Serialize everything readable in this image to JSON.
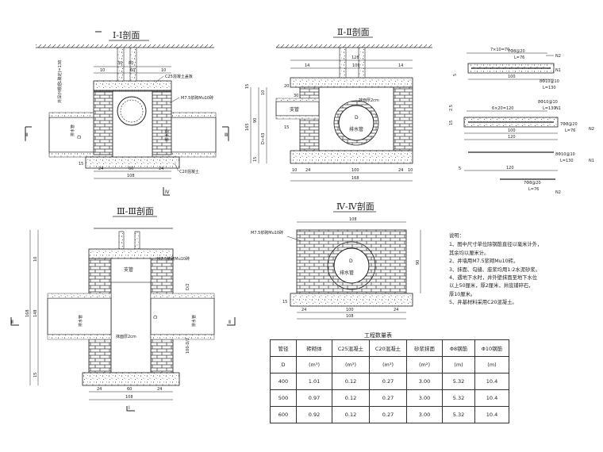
{
  "titles": {
    "s1": "Ⅰ-Ⅰ剖面",
    "s2": "Ⅱ-Ⅱ剖面",
    "s3": "Ⅲ-Ⅲ剖面",
    "s4": "Ⅳ-Ⅳ剖面"
  },
  "labels": {
    "c25_slab": "C25混凝土盖板",
    "m75_brick": "M7.5浆砌Mu10砖",
    "c20_base": "C20混凝土",
    "drain_pipe": "排水管",
    "branch_pipe": "支管",
    "plaster": "抹面厚2cm",
    "well_depth": "井深(H根据L确定)=138",
    "pipe_d": "D",
    "marker_1": "Ⅰ",
    "marker_2": "Ⅱ",
    "marker_3": "Ⅲ",
    "marker_4": "Ⅳ"
  },
  "dims": {
    "s1_top": [
      "30",
      "80",
      "10",
      "60",
      "10",
      "60",
      "20",
      "20"
    ],
    "s1_bottom": [
      "24",
      "60",
      "24",
      "108"
    ],
    "s1_side": [
      "15"
    ],
    "s2_top": [
      "128",
      "14",
      "100",
      "14"
    ],
    "s2_left": [
      "15",
      "10",
      "90",
      "165",
      "D+43",
      "15"
    ],
    "s2_bottom": [
      "10",
      "24",
      "100",
      "24",
      "10",
      "168"
    ],
    "s2_mid": [
      "20",
      "30",
      "15"
    ],
    "s3_left": [
      "10",
      "168",
      "148",
      "15"
    ],
    "s3_right": [
      "D/2",
      "100-D/2",
      "D"
    ],
    "s3_bottom": [
      "24",
      "60",
      "24",
      "108"
    ],
    "s4_top": [
      "108"
    ],
    "s4_right": [
      "90"
    ],
    "s4_bottom": [
      "24",
      "100",
      "24",
      "108"
    ],
    "s4_left": [
      "15"
    ]
  },
  "rebar": {
    "n2_top": "7Φ8@20",
    "n2_len": "L=76",
    "n2_tag": "N2",
    "spacing_top": "7×10=70",
    "n1_tag": "N1",
    "n1_a": "8Φ10@10",
    "n1_a_len": "L=130",
    "spacing_mid": "6×20=120",
    "n1_b": "8Φ10@10",
    "n1_b_len": "L=130",
    "n2_mid": "7Φ8@20",
    "n2_mid_len": "L=76",
    "dim_100": "100",
    "dim_120": "120",
    "dim_5": "5",
    "dim_25": "2.5",
    "dim_15": "15",
    "n1_c": "8Φ10@10",
    "n1_c_len": "L=130",
    "n2_bottom": "7Φ8@20",
    "n2_bottom_len": "L=76"
  },
  "notes": {
    "heading": "说明：",
    "items": [
      "1、图中尺寸单位除钢筋直径以毫米计外，",
      "   其余均以厘米计。",
      "2、井墙用M7.5浆砌Mu10砖。",
      "3、抹面、勾缝、座浆均用1:2水泥砂浆。",
      "4、遇地下水时，井外壁抹面至地下水位",
      "   以上50厘米，厚2厘米，井底铺碎石，",
      "   厚10厘米。",
      "5、井基材料采用C20混凝土。"
    ]
  },
  "table": {
    "title": "工程数量表",
    "headers": [
      "管径",
      "砖砌体",
      "C25混凝土",
      "C20混凝土",
      "砂浆抹面",
      "Φ8钢筋",
      "Φ10钢筋"
    ],
    "units": [
      "D",
      "(m³)",
      "(m³)",
      "(m³)",
      "(m²)",
      "(m)",
      "(m)"
    ],
    "rows": [
      [
        "400",
        "1.01",
        "0.12",
        "0.27",
        "3.00",
        "5.32",
        "10.4"
      ],
      [
        "500",
        "0.97",
        "0.12",
        "0.27",
        "3.00",
        "5.32",
        "10.4"
      ],
      [
        "600",
        "0.92",
        "0.12",
        "0.27",
        "3.00",
        "5.32",
        "10.4"
      ]
    ]
  }
}
